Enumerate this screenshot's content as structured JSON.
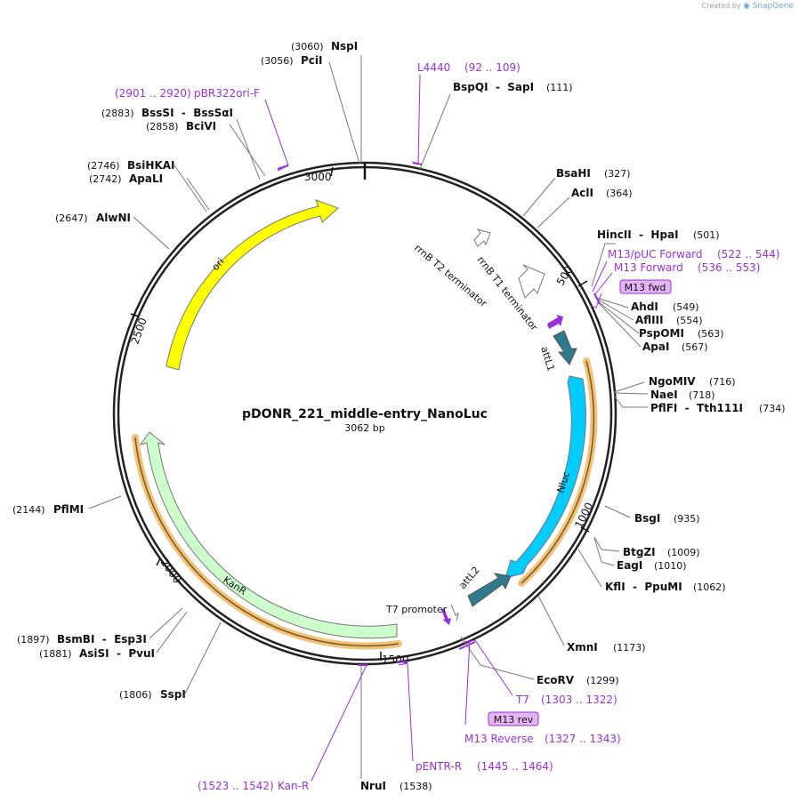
{
  "credit": {
    "prefix": "Created by",
    "brand": "SnapGene"
  },
  "plasmid": {
    "name": "pDONR_221_middle-entry_NanoLuc",
    "length_label": "3062 bp"
  },
  "ticks": [
    "500",
    "1000",
    "1500",
    "2000",
    "2500",
    "3000"
  ],
  "features": [
    "ori",
    "Nluc",
    "KanR"
  ],
  "feature_labels": {
    "rrnB_T2": "rrnB T2 terminator",
    "rrnB_T1": "rrnB T1 terminator",
    "attL1": "attL1",
    "attL2": "attL2",
    "T7_promoter": "T7 promoter"
  },
  "enzymes": [
    {
      "name": "NspI",
      "pos": "(3060)"
    },
    {
      "name": "PciI",
      "pos": "(3056)"
    },
    {
      "name": "BspQI  -  SapI",
      "pos": "(111)"
    },
    {
      "name": "BsaHI",
      "pos": "(327)"
    },
    {
      "name": "AclI",
      "pos": "(364)"
    },
    {
      "name": "HincII  -  HpaI",
      "pos": "(501)"
    },
    {
      "name": "AhdI",
      "pos": "(549)"
    },
    {
      "name": "AflIII",
      "pos": "(554)"
    },
    {
      "name": "PspOMI",
      "pos": "(563)"
    },
    {
      "name": "ApaI",
      "pos": "(567)"
    },
    {
      "name": "NgoMIV",
      "pos": "(716)"
    },
    {
      "name": "NaeI",
      "pos": "(718)"
    },
    {
      "name": "PflFI  -  Tth111I",
      "pos": "(734)"
    },
    {
      "name": "BsgI",
      "pos": "(935)"
    },
    {
      "name": "BtgZI",
      "pos": "(1009)"
    },
    {
      "name": "EagI",
      "pos": "(1010)"
    },
    {
      "name": "KflI  -  PpuMI",
      "pos": "(1062)"
    },
    {
      "name": "XmnI",
      "pos": "(1173)"
    },
    {
      "name": "EcoRV",
      "pos": "(1299)"
    },
    {
      "name": "NruI",
      "pos": "(1538)"
    },
    {
      "name": "SspI",
      "pos": "(1806)"
    },
    {
      "name": "BsmBI  -  Esp3I",
      "pos": "(1897)"
    },
    {
      "name": "AsiSI  -  PvuI",
      "pos": "(1881)"
    },
    {
      "name": "PflMI",
      "pos": "(2144)"
    },
    {
      "name": "AlwNI",
      "pos": "(2647)"
    },
    {
      "name": "BsiHKAI",
      "pos": "(2746)"
    },
    {
      "name": "ApaLI",
      "pos": "(2742)"
    },
    {
      "name": "BssSI  -  BssSαI",
      "pos": "(2883)"
    },
    {
      "name": "BciVI",
      "pos": "(2858)"
    }
  ],
  "primers": [
    {
      "name": "L4440",
      "range": "(92 .. 109)"
    },
    {
      "name": "pBR322ori-F",
      "range": "(2901 .. 2920)"
    },
    {
      "name": "M13/pUC Forward",
      "range": "(522 .. 544)"
    },
    {
      "name": "M13 Forward",
      "range": "(536 .. 553)"
    },
    {
      "name": "T7",
      "range": "(1303 .. 1322)"
    },
    {
      "name": "M13 Reverse",
      "range": "(1327 .. 1343)"
    },
    {
      "name": "pENTR-R",
      "range": "(1445 .. 1464)"
    },
    {
      "name": "Kan-R",
      "range": "(1523 .. 1542)"
    }
  ],
  "primer_badges": {
    "fwd": "M13 fwd",
    "rev": "M13 rev"
  },
  "colors": {
    "backbone": "#222222",
    "enzyme_text": "#111111",
    "primer": "#9b30d9",
    "primer_badge_fill": "#e4b5f5",
    "ori": "#ffff00",
    "nluc": "#00ccff",
    "kanr": "#ccffcc",
    "att": "#2e7a8c",
    "terminator": "#ffffff",
    "highlight": "#f2c27a"
  }
}
